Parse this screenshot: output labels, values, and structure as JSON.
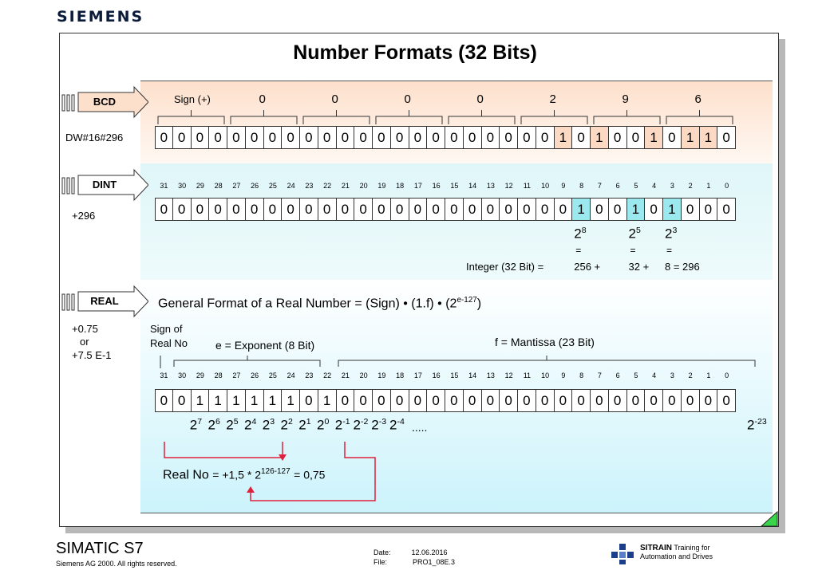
{
  "logo": "SIEMENS",
  "title": "Number Formats (32 Bits)",
  "bcd": {
    "tag": "BCD",
    "example": "DW#16#296",
    "sign_label": "Sign (+)",
    "digits": [
      "0",
      "0",
      "0",
      "0",
      "2",
      "9",
      "6"
    ],
    "bits": "00000000000000000000001010010110"
  },
  "dint": {
    "tag": "DINT",
    "example": "+296",
    "bit_numbers": [
      "31",
      "30",
      "29",
      "28",
      "27",
      "26",
      "25",
      "24",
      "23",
      "22",
      "21",
      "20",
      "19",
      "18",
      "17",
      "16",
      "15",
      "14",
      "13",
      "12",
      "11",
      "10",
      "9",
      "8",
      "7",
      "6",
      "5",
      "4",
      "3",
      "2",
      "1",
      "0"
    ],
    "bits": "00000000000000000000000100101000",
    "powers": [
      {
        "base": "2",
        "exp": "8",
        "eq": "=",
        "value": "256",
        "op": "+"
      },
      {
        "base": "2",
        "exp": "5",
        "eq": "=",
        "value": "32",
        "op": "+"
      },
      {
        "base": "2",
        "exp": "3",
        "eq": "=",
        "value": "8",
        "op": "= 296"
      }
    ],
    "integer_label": "Integer (32 Bit) ="
  },
  "real": {
    "tag": "REAL",
    "example_1": "+0.75",
    "example_2": "or",
    "example_3": "+7.5 E-1",
    "general_format": "General Format of a Real Number = (Sign) • (1.f) • (2",
    "general_exp": "e-127",
    "general_close": ")",
    "sign_label_1": "Sign of",
    "sign_label_2": "Real No",
    "exponent_label": "e = Exponent (8 Bit)",
    "mantissa_label": "f = Mantissa (23 Bit)",
    "bits": "00111111010000000000000000000000",
    "exp_powers": [
      "7",
      "6",
      "5",
      "4",
      "3",
      "2",
      "1",
      "0"
    ],
    "mant_powers": [
      "-1",
      "-2",
      "-3",
      "-4"
    ],
    "ellipsis": ".....",
    "last_power": "-23",
    "formula_prefix": "Real No",
    "formula_mid": "= +1,5 * 2",
    "formula_exp": "126-127",
    "formula_end": "= 0,75"
  },
  "footer": {
    "brand": "SIMATIC S7",
    "copyright": "Siemens AG 2000. All rights reserved.",
    "date_label": "Date:",
    "date": "12.06.2016",
    "file_label": "File:",
    "file": "PRO1_08E.3",
    "sitrain": "SITRAIN",
    "sitrain_sub_1": "Training for",
    "sitrain_sub_2": "Automation and Drives"
  },
  "colors": {
    "bcd_panel": "#fde0cc",
    "int_panel": "#dff6f8",
    "real_panel": "#ccf3fb",
    "highlight_bit": "#9be9ee",
    "arrow": "#e0203c",
    "corner": "#39d64a"
  }
}
